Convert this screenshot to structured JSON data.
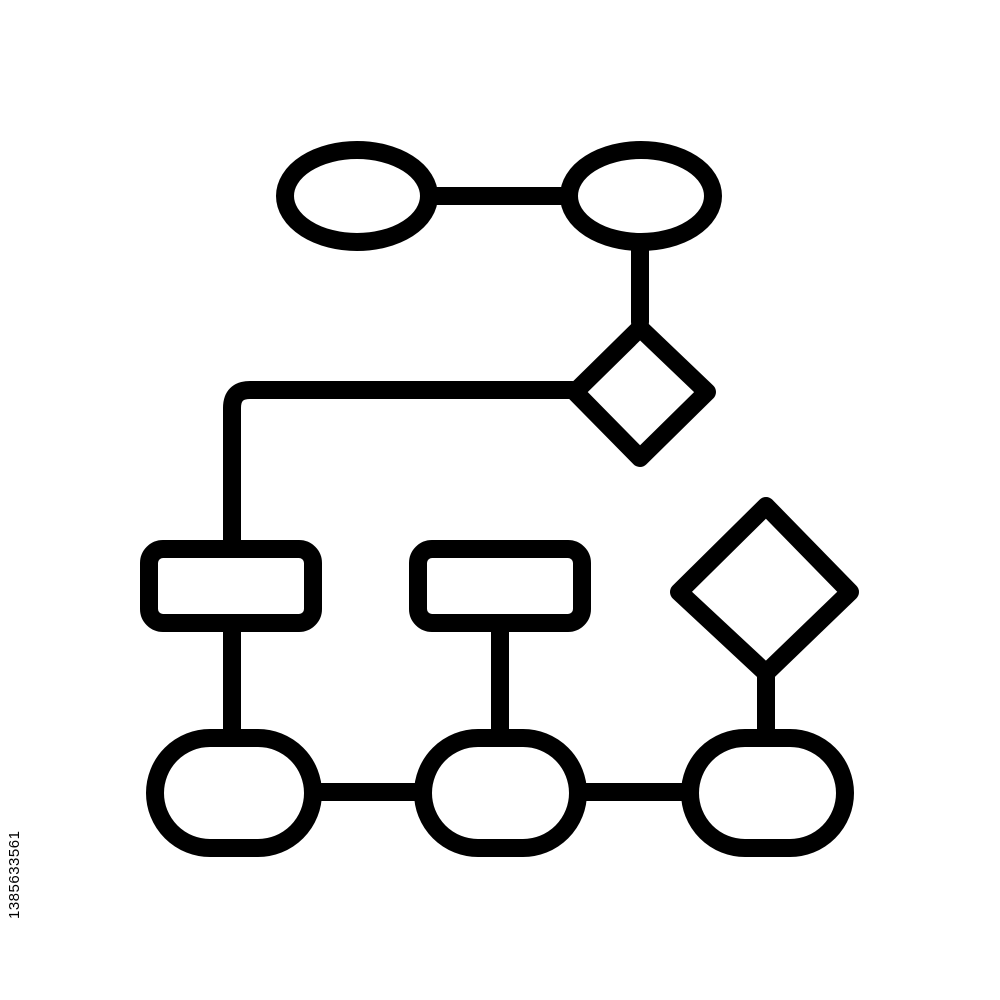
{
  "colors": {
    "background": "#ffffff",
    "stroke": "#000000"
  },
  "diagram": {
    "type": "flowchart-outline-icon",
    "nodes": [
      {
        "id": "start-oval",
        "shape": "oval"
      },
      {
        "id": "top-right-oval",
        "shape": "oval"
      },
      {
        "id": "decision-upper",
        "shape": "diamond"
      },
      {
        "id": "process-left",
        "shape": "rectangle"
      },
      {
        "id": "process-middle",
        "shape": "rectangle"
      },
      {
        "id": "decision-lower",
        "shape": "diamond"
      },
      {
        "id": "bottom-left-oval",
        "shape": "oval"
      },
      {
        "id": "bottom-middle-oval",
        "shape": "oval"
      },
      {
        "id": "bottom-right-oval",
        "shape": "oval"
      }
    ],
    "edges": [
      {
        "from": "start-oval",
        "to": "top-right-oval"
      },
      {
        "from": "top-right-oval",
        "to": "decision-upper"
      },
      {
        "from": "decision-upper",
        "to": "process-left"
      },
      {
        "from": "process-left",
        "to": "bottom-left-oval"
      },
      {
        "from": "process-middle",
        "to": "bottom-middle-oval"
      },
      {
        "from": "bottom-left-oval",
        "to": "bottom-middle-oval"
      },
      {
        "from": "bottom-middle-oval",
        "to": "bottom-right-oval"
      },
      {
        "from": "decision-lower",
        "to": "bottom-right-oval"
      }
    ]
  },
  "watermark": {
    "stock_id": "1385633561"
  }
}
